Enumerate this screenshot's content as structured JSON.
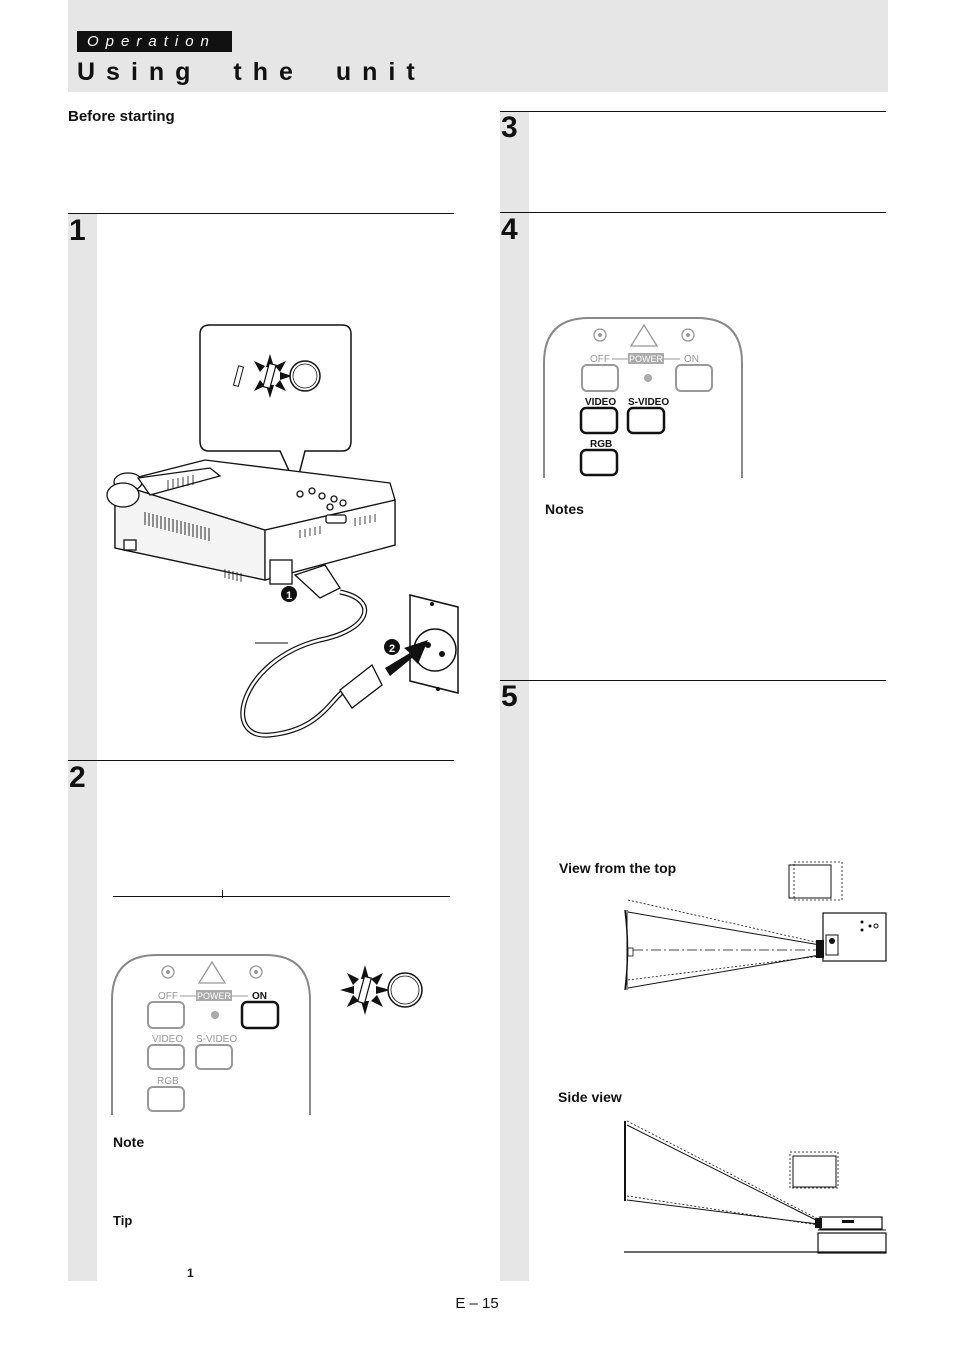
{
  "header": {
    "section": "Operation",
    "title": "Using the unit"
  },
  "intro": {
    "heading": "Before starting"
  },
  "steps": [
    {
      "number": "1"
    },
    {
      "number": "2"
    },
    {
      "number": "3"
    },
    {
      "number": "4"
    },
    {
      "number": "5"
    }
  ],
  "remote": {
    "off": "OFF",
    "power": "POWER",
    "on": "ON",
    "video": "VIDEO",
    "svideo": "S-VIDEO",
    "rgb": "RGB"
  },
  "callouts": {
    "plug": "1",
    "outlet": "2"
  },
  "step2": {
    "note": "Note",
    "tip": "Tip",
    "tip_ref": "1"
  },
  "step4": {
    "notes": "Notes"
  },
  "step5": {
    "top_view": "View from the top",
    "side_view": "Side view"
  },
  "footer": {
    "page": "E – 15"
  }
}
